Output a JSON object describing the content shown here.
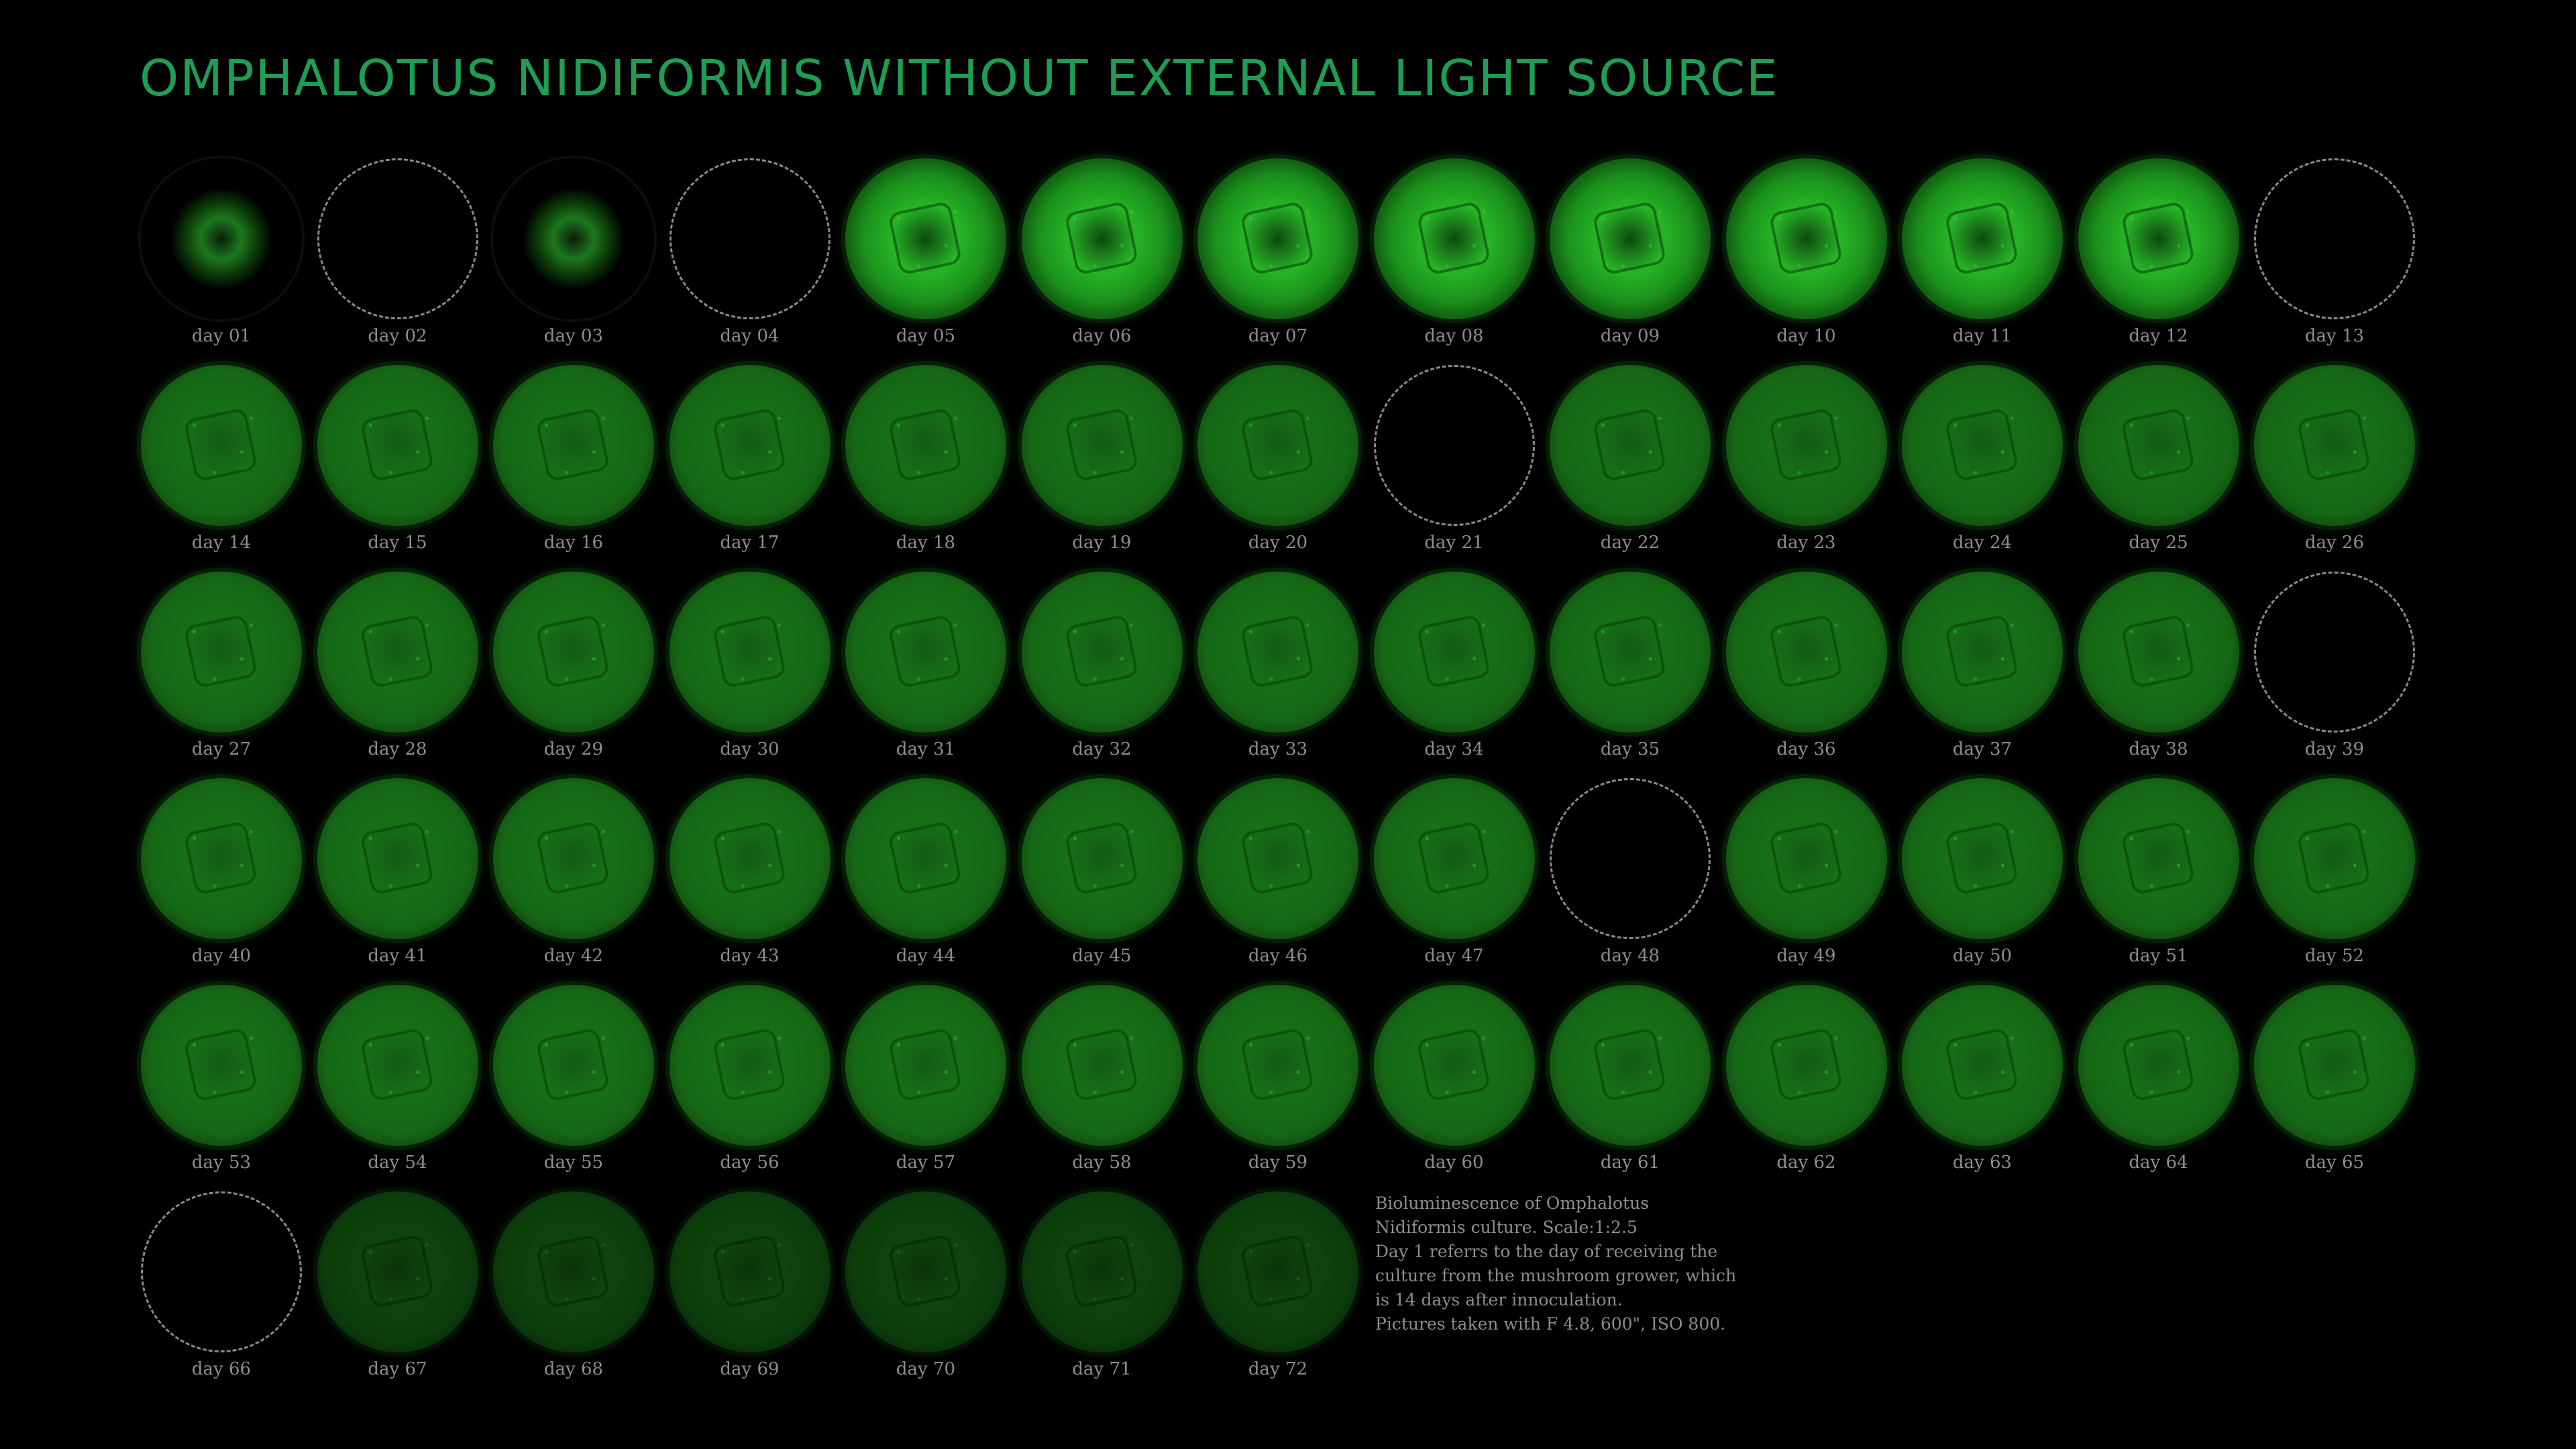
{
  "title": "OMPHALOTUS NIDIFORMIS WITHOUT EXTERNAL LIGHT SOURCE",
  "colors": {
    "title": "#1e9e55",
    "label": "#8e8e8e",
    "glow": "#2fbf2f",
    "background": "#000000"
  },
  "cells": [
    {
      "label": "day 01",
      "state": "early"
    },
    {
      "label": "day 02",
      "state": "empty"
    },
    {
      "label": "day 03",
      "state": "early"
    },
    {
      "label": "day 04",
      "state": "empty"
    },
    {
      "label": "day 05",
      "state": "mid"
    },
    {
      "label": "day 06",
      "state": "mid"
    },
    {
      "label": "day 07",
      "state": "mid"
    },
    {
      "label": "day 08",
      "state": "mid"
    },
    {
      "label": "day 09",
      "state": "mid"
    },
    {
      "label": "day 10",
      "state": "mid"
    },
    {
      "label": "day 11",
      "state": "mid"
    },
    {
      "label": "day 12",
      "state": "mid"
    },
    {
      "label": "day 13",
      "state": "empty"
    },
    {
      "label": "day 14",
      "state": "photo"
    },
    {
      "label": "day 15",
      "state": "photo"
    },
    {
      "label": "day 16",
      "state": "photo"
    },
    {
      "label": "day 17",
      "state": "photo"
    },
    {
      "label": "day 18",
      "state": "photo"
    },
    {
      "label": "day 19",
      "state": "photo"
    },
    {
      "label": "day 20",
      "state": "photo"
    },
    {
      "label": "day 21",
      "state": "empty"
    },
    {
      "label": "day 22",
      "state": "photo"
    },
    {
      "label": "day 23",
      "state": "photo"
    },
    {
      "label": "day 24",
      "state": "photo"
    },
    {
      "label": "day 25",
      "state": "photo"
    },
    {
      "label": "day 26",
      "state": "photo"
    },
    {
      "label": "day 27",
      "state": "photo"
    },
    {
      "label": "day 28",
      "state": "photo"
    },
    {
      "label": "day 29",
      "state": "photo"
    },
    {
      "label": "day 30",
      "state": "photo"
    },
    {
      "label": "day 31",
      "state": "photo"
    },
    {
      "label": "day 32",
      "state": "photo"
    },
    {
      "label": "day 33",
      "state": "photo"
    },
    {
      "label": "day 34",
      "state": "photo"
    },
    {
      "label": "day 35",
      "state": "photo"
    },
    {
      "label": "day 36",
      "state": "photo"
    },
    {
      "label": "day 37",
      "state": "photo"
    },
    {
      "label": "day 38",
      "state": "photo"
    },
    {
      "label": "day 39",
      "state": "empty"
    },
    {
      "label": "day 40",
      "state": "photo"
    },
    {
      "label": "day 41",
      "state": "photo"
    },
    {
      "label": "day 42",
      "state": "photo"
    },
    {
      "label": "day 43",
      "state": "photo"
    },
    {
      "label": "day 44",
      "state": "photo"
    },
    {
      "label": "day 45",
      "state": "photo"
    },
    {
      "label": "day 46",
      "state": "photo"
    },
    {
      "label": "day 47",
      "state": "photo"
    },
    {
      "label": "day 48",
      "state": "empty"
    },
    {
      "label": "day 49",
      "state": "photo"
    },
    {
      "label": "day 50",
      "state": "photo"
    },
    {
      "label": "day 51",
      "state": "photo"
    },
    {
      "label": "day 52",
      "state": "photo"
    },
    {
      "label": "day 53",
      "state": "photo"
    },
    {
      "label": "day 54",
      "state": "photo"
    },
    {
      "label": "day 55",
      "state": "photo"
    },
    {
      "label": "day 56",
      "state": "photo"
    },
    {
      "label": "day 57",
      "state": "photo"
    },
    {
      "label": "day 58",
      "state": "photo"
    },
    {
      "label": "day 59",
      "state": "photo"
    },
    {
      "label": "day 60",
      "state": "photo"
    },
    {
      "label": "day 61",
      "state": "photo"
    },
    {
      "label": "day 62",
      "state": "photo"
    },
    {
      "label": "day 63",
      "state": "photo"
    },
    {
      "label": "day 64",
      "state": "photo"
    },
    {
      "label": "day 65",
      "state": "photo"
    },
    {
      "label": "day 66",
      "state": "empty"
    },
    {
      "label": "day 67",
      "state": "faded"
    },
    {
      "label": "day 68",
      "state": "faded"
    },
    {
      "label": "day 69",
      "state": "faded"
    },
    {
      "label": "day 70",
      "state": "faded"
    },
    {
      "label": "day 71",
      "state": "faded"
    },
    {
      "label": "day 72",
      "state": "faded"
    }
  ],
  "note": {
    "lines": [
      "Bioluminescence of Omphalotus",
      "Nidiformis culture.  Scale:1:2.5",
      "Day 1 referrs to the day of receiving the",
      "culture from the mushroom grower, which",
      "is 14 days after innoculation.",
      "Pictures taken with F 4.8, 600\", ISO 800."
    ]
  }
}
